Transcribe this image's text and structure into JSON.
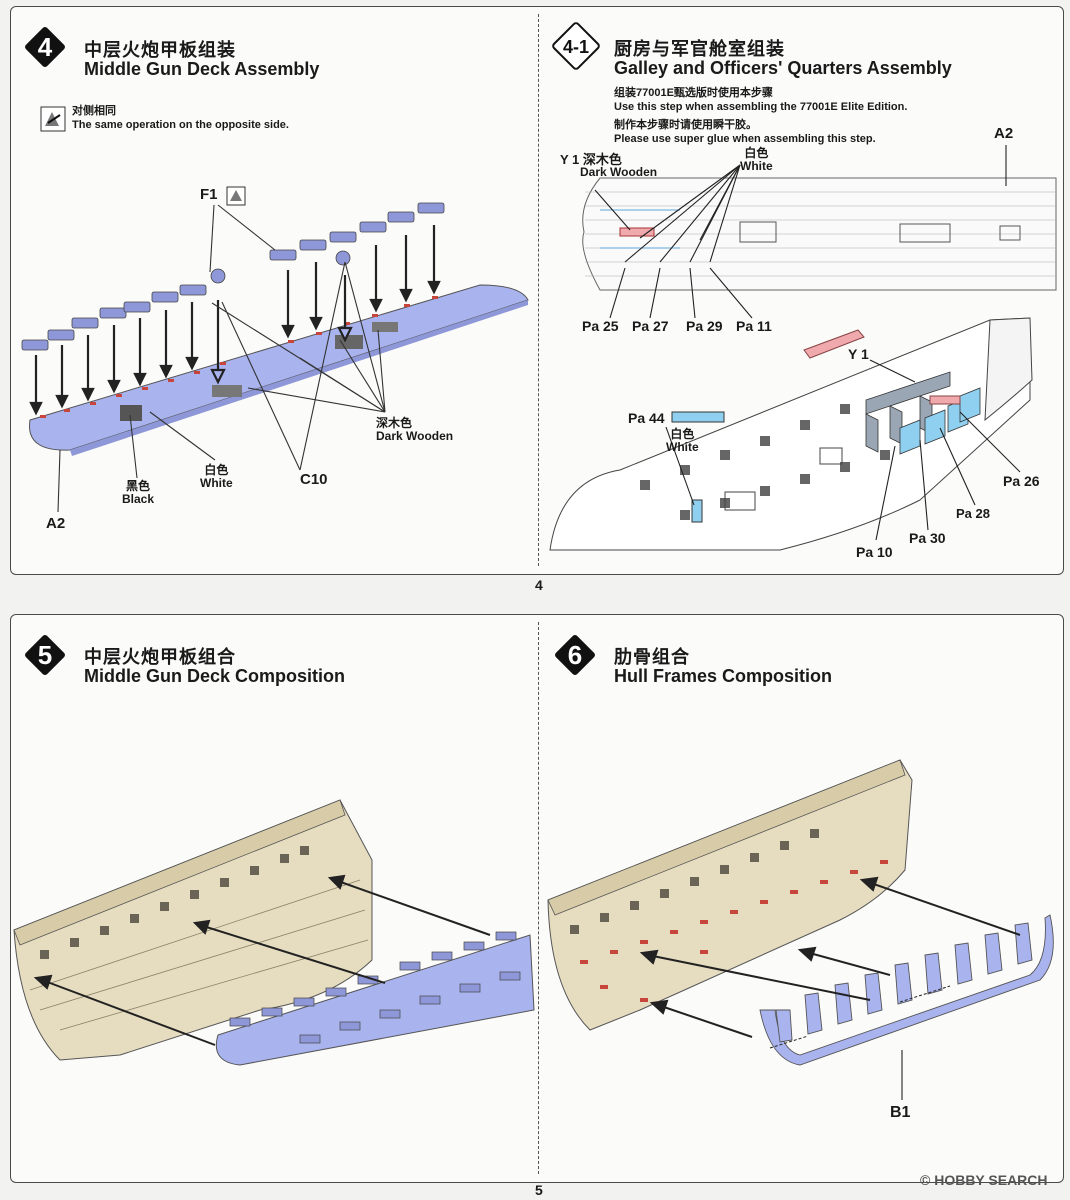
{
  "step4": {
    "number": "4",
    "title_zh": "中层火炮甲板组装",
    "title_en": "Middle Gun Deck Assembly",
    "note_zh": "对侧相同",
    "note_en": "The same operation on the opposite side.",
    "labels": {
      "f1": "F1",
      "c10": "C10",
      "a2": "A2",
      "dark_zh": "深木色",
      "dark_en": "Dark Wooden",
      "white_zh": "白色",
      "white_en": "White",
      "black_zh": "黑色",
      "black_en": "Black"
    }
  },
  "step41": {
    "number": "4-1",
    "title_zh": "厨房与军官舱室组装",
    "title_en": "Galley and Officers' Quarters Assembly",
    "note1_zh": "组装77001E甄选版时使用本步骤",
    "note1_en": "Use this step when assembling the 77001E Elite Edition.",
    "note2_zh": "制作本步骤时请使用瞬干胶。",
    "note2_en": "Please use super glue when assembling this step.",
    "labels": {
      "y1_dark": "Y 1 深木色",
      "dark_en": "Dark Wooden",
      "white_zh": "白色",
      "white_en": "White",
      "a2": "A2",
      "pa25": "Pa 25",
      "pa27": "Pa 27",
      "pa29": "Pa 29",
      "pa11": "Pa 11",
      "y1": "Y 1",
      "pa44": "Pa 44",
      "pa26": "Pa 26",
      "pa28": "Pa 28",
      "pa30": "Pa 30",
      "pa10": "Pa 10"
    }
  },
  "page_top": "4",
  "step5": {
    "number": "5",
    "title_zh": "中层火炮甲板组合",
    "title_en": "Middle Gun Deck Composition"
  },
  "step6": {
    "number": "6",
    "title_zh": "肋骨组合",
    "title_en": "Hull Frames Composition",
    "labels": {
      "b1": "B1"
    }
  },
  "page_bottom": "5",
  "watermark": "© HOBBY SEARCH",
  "colors": {
    "deck_blue": "#a9b3ee",
    "hull_tan": "#e6dcc0",
    "red_mark": "#c8453c",
    "pink_part": "#f0a9ad",
    "blue_part": "#8fd0f0"
  }
}
